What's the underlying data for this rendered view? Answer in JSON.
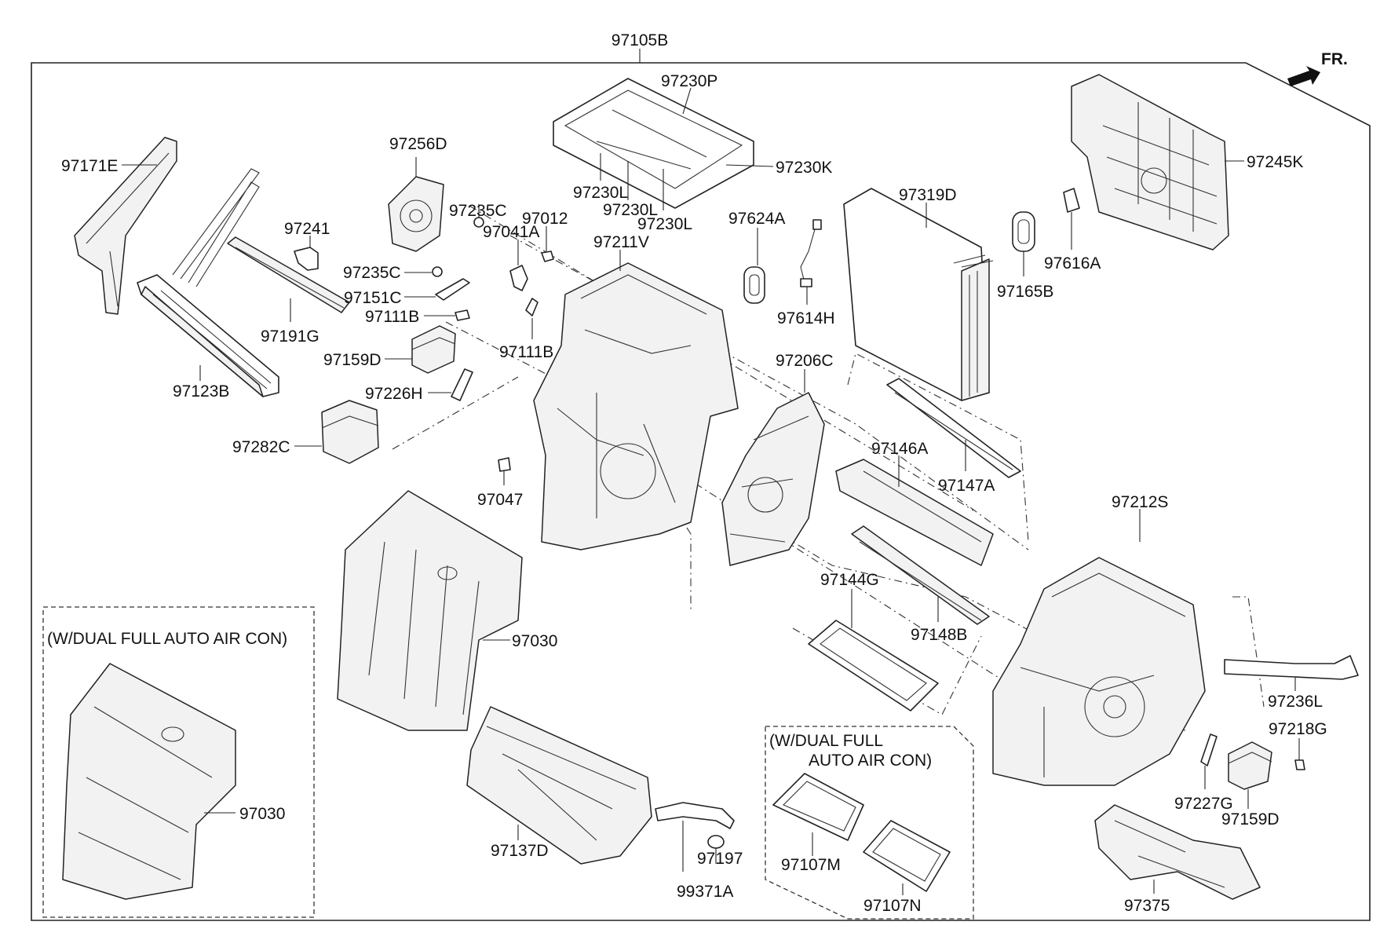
{
  "diagram": {
    "top_label": "97105B",
    "fr_label": "FR.",
    "option_box_left": "(W/DUAL FULL AUTO AIR CON)",
    "option_box_right_line1": "(W/DUAL FULL",
    "option_box_right_line2": "AUTO AIR CON)",
    "parts": {
      "p97230P": "97230P",
      "p97230K": "97230K",
      "p97230L_1": "97230L",
      "p97230L_2": "97230L",
      "p97230L_3": "97230L",
      "p97245K": "97245K",
      "p97171E": "97171E",
      "p97256D": "97256D",
      "p97235C_1": "97235C",
      "p97012": "97012",
      "p97041A": "97041A",
      "p97241": "97241",
      "p97235C_2": "97235C",
      "p97151C": "97151C",
      "p97111B_1": "97111B",
      "p97111B_2": "97111B",
      "p97191G": "97191G",
      "p97159D_1": "97159D",
      "p97123B": "97123B",
      "p97226H": "97226H",
      "p97211V": "97211V",
      "p97624A": "97624A",
      "p97319D": "97319D",
      "p97165B": "97165B",
      "p97616A": "97616A",
      "p97614H": "97614H",
      "p97206C": "97206C",
      "p97282C": "97282C",
      "p97047": "97047",
      "p97146A": "97146A",
      "p97147A": "97147A",
      "p97212S": "97212S",
      "p97030_1": "97030",
      "p97144G": "97144G",
      "p97148B": "97148B",
      "p97030_2": "97030",
      "p97236L": "97236L",
      "p97218G": "97218G",
      "p97227G": "97227G",
      "p97159D_2": "97159D",
      "p97137D": "97137D",
      "p97197": "97197",
      "p99371A": "99371A",
      "p97107M": "97107M",
      "p97107N": "97107N",
      "p97375": "97375"
    }
  }
}
